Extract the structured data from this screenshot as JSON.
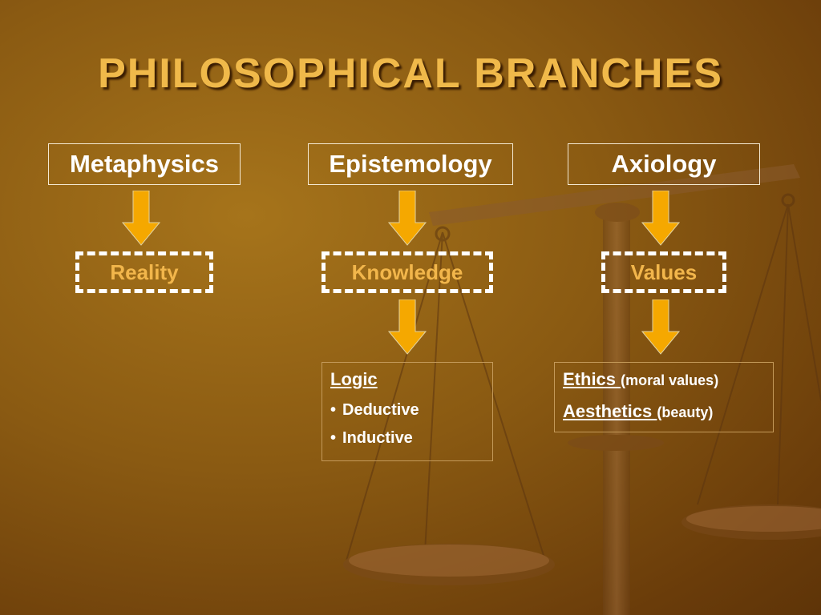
{
  "title": "PHILOSOPHICAL BRANCHES",
  "branches": [
    {
      "name": "Metaphysics",
      "concept": "Reality"
    },
    {
      "name": "Epistemology",
      "concept": "Knowledge"
    },
    {
      "name": "Axiology",
      "concept": "Values"
    }
  ],
  "knowledge_detail": {
    "heading": "Logic",
    "items": [
      "Deductive",
      "Inductive"
    ]
  },
  "values_detail": {
    "ethics": "Ethics ",
    "ethics_note": "(moral values)",
    "aesthetics": "Aesthetics ",
    "aesthetics_note": "(beauty)"
  },
  "colors": {
    "title": "#f0b94a",
    "concept_text": "#f2b64b",
    "arrow": "#f5a800",
    "background": "#8a5a12"
  },
  "icons": {
    "arrow": "down-arrow-icon",
    "bullet": "bullet-icon",
    "background": "balance-scale-icon"
  }
}
